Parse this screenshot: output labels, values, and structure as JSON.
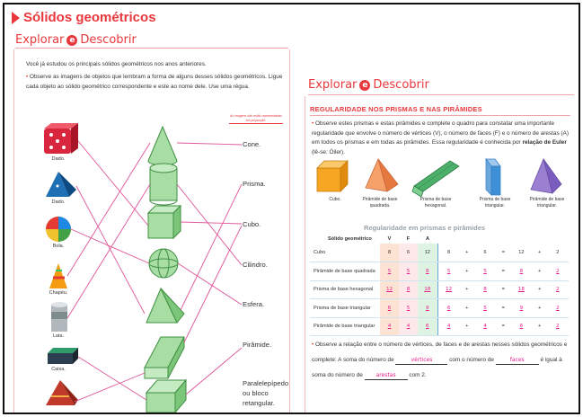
{
  "left_page": {
    "title": "Sólidos geométricos",
    "section": {
      "part1": "Explorar",
      "part2": "Descobrir",
      "connector": "e"
    },
    "intro": "Você já estudou os principais sólidos geométricos nos anos anteriores.",
    "instruction": "Observe as imagens de objetos que lembram a forma de alguns desses sólidos geométricos. Ligue cada objeto ao sólido geométrico correspondente e este ao nome dele. Use uma régua.",
    "bullet": "•",
    "note": "As imagens não estão representadas em proporção.",
    "objects": [
      "Dado.",
      "Dado.",
      "Bola.",
      "Chapéu.",
      "Lata.",
      "Caixa.",
      ""
    ],
    "solid_names": [
      "Cone.",
      "Prisma.",
      "Cubo.",
      "Cilindro.",
      "Esfera.",
      "Pirâmide.",
      "Paralelepípedo ou bloco retangular."
    ],
    "colors": {
      "accent": "#e8383d",
      "solid_green": "#7cc67a",
      "link_pink": "#e0559a"
    }
  },
  "right_page": {
    "section": {
      "part1": "Explorar",
      "part2": "Descobrir",
      "connector": "e"
    },
    "heading": "REGULARIDADE NOS PRISMAS E NAS PIRÂMIDES",
    "bullet": "•",
    "text_before": "Observe estes prismas e estas pirâmides e complete o quadro para constatar uma importante regularidade que envolve o número de vértices (V), o número de faces (F) e o número de arestas (A) em todos os prismas e em todas as pirâmides. Essa regularidade é conhecida por ",
    "text_bold": "relação de Euler",
    "text_after": " (lê-se: Óiler).",
    "shape_labels": [
      "Cubo.",
      "Pirâmide de base quadrada.",
      "Prisma de base hexagonal.",
      "Prisma de base triangular.",
      "Pirâmide de base triangular."
    ],
    "table": {
      "title": "Regularidade em prismas e pirâmides",
      "headers": {
        "name": "Sólido geométrico",
        "v": "V",
        "f": "F",
        "a": "A"
      },
      "rows": [
        {
          "name": "Cubo",
          "v": "8",
          "f": "6",
          "a": "12",
          "c1": "8",
          "op1": "+",
          "c2": "6",
          "eq": "=",
          "c3": "12",
          "op2": "+",
          "c4": "2",
          "hand": false
        },
        {
          "name": "Pirâmide de base quadrada",
          "v": "5",
          "f": "5",
          "a": "8",
          "c1": "5",
          "op1": "+",
          "c2": "5",
          "eq": "=",
          "c3": "8",
          "op2": "+",
          "c4": "2",
          "hand": true
        },
        {
          "name": "Prisma de base hexagonal",
          "v": "12",
          "f": "8",
          "a": "18",
          "c1": "12",
          "op1": "+",
          "c2": "8",
          "eq": "=",
          "c3": "18",
          "op2": "+",
          "c4": "2",
          "hand": true
        },
        {
          "name": "Prisma de base triangular",
          "v": "6",
          "f": "5",
          "a": "9",
          "c1": "6",
          "op1": "+",
          "c2": "5",
          "eq": "=",
          "c3": "9",
          "op2": "+",
          "c4": "2",
          "hand": true
        },
        {
          "name": "Pirâmide de base triangular",
          "v": "4",
          "f": "4",
          "a": "6",
          "c1": "4",
          "op1": "+",
          "c2": "4",
          "eq": "=",
          "c3": "6",
          "op2": "+",
          "c4": "2",
          "hand": true
        }
      ]
    },
    "final": {
      "t1": "Observe a relação entre o número de vértices, de faces e de arestas nesses sólidos geométricos e complete: A soma do número de ",
      "b1": "vértices",
      "t2": " com o número de ",
      "b2": "faces",
      "t3": " é igual à soma do número de ",
      "b3": "arestas",
      "t4": " com 2."
    }
  }
}
